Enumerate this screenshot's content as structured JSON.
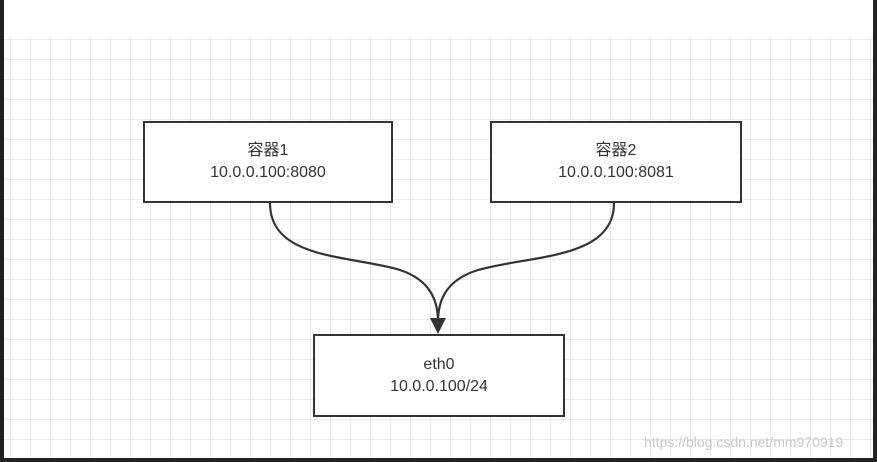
{
  "diagram": {
    "nodes": {
      "container1": {
        "title": "容器1",
        "address": "10.0.0.100:8080"
      },
      "container2": {
        "title": "容器2",
        "address": "10.0.0.100:8081"
      },
      "eth0": {
        "title": "eth0",
        "address": "10.0.0.100/24"
      }
    },
    "edges": [
      {
        "from": "container1",
        "to": "eth0"
      },
      {
        "from": "container2",
        "to": "eth0"
      }
    ],
    "colors": {
      "stroke": "#333333",
      "grid": "#e9e9e9",
      "background": "#ffffff"
    }
  },
  "watermark": "https://blog.csdn.net/mm970919"
}
